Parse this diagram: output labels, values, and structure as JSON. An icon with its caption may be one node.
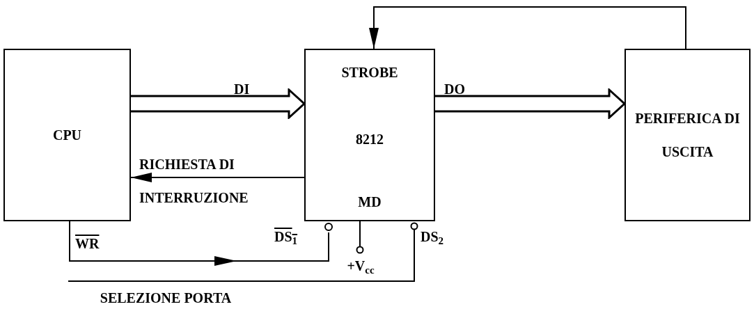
{
  "diagram": {
    "nodes": [
      {
        "text": [
          "CPU"
        ]
      },
      {
        "text": [
          "STROBE",
          "8212",
          "MD"
        ]
      },
      {
        "text": [
          "PERIFERICA DI USCITA"
        ]
      },
      {
        "text": [
          "SELEZIONE PORTA"
        ]
      },
      {
        "text": [
          "+V$_{cc}$"
        ]
      }
    ],
    "edges": [
      {
        "from": 0,
        "to": 1,
        "arrow": "to",
        "label": "DI",
        "style": "thick"
      },
      {
        "from": 1,
        "to": 2,
        "arrow": "to",
        "label": "DO",
        "style": "thick"
      },
      {
        "from": 1,
        "to": 0,
        "arrow": "to",
        "label": "RICHIESTA DI INTERRUZIONE"
      },
      {
        "from": 2,
        "to": 1,
        "arrow": "to"
      },
      {
        "from": 0,
        "to": 1,
        "arrow": "to",
        "label": "WR"
      },
      {
        "from": 3,
        "to": 1,
        "arrow": "other"
      },
      {
        "from": 1,
        "to": 4,
        "arrow": "other"
      }
    ],
    "labels": [
      "DS$_{1}$",
      "DS$_{2}$"
    ]
  }
}
